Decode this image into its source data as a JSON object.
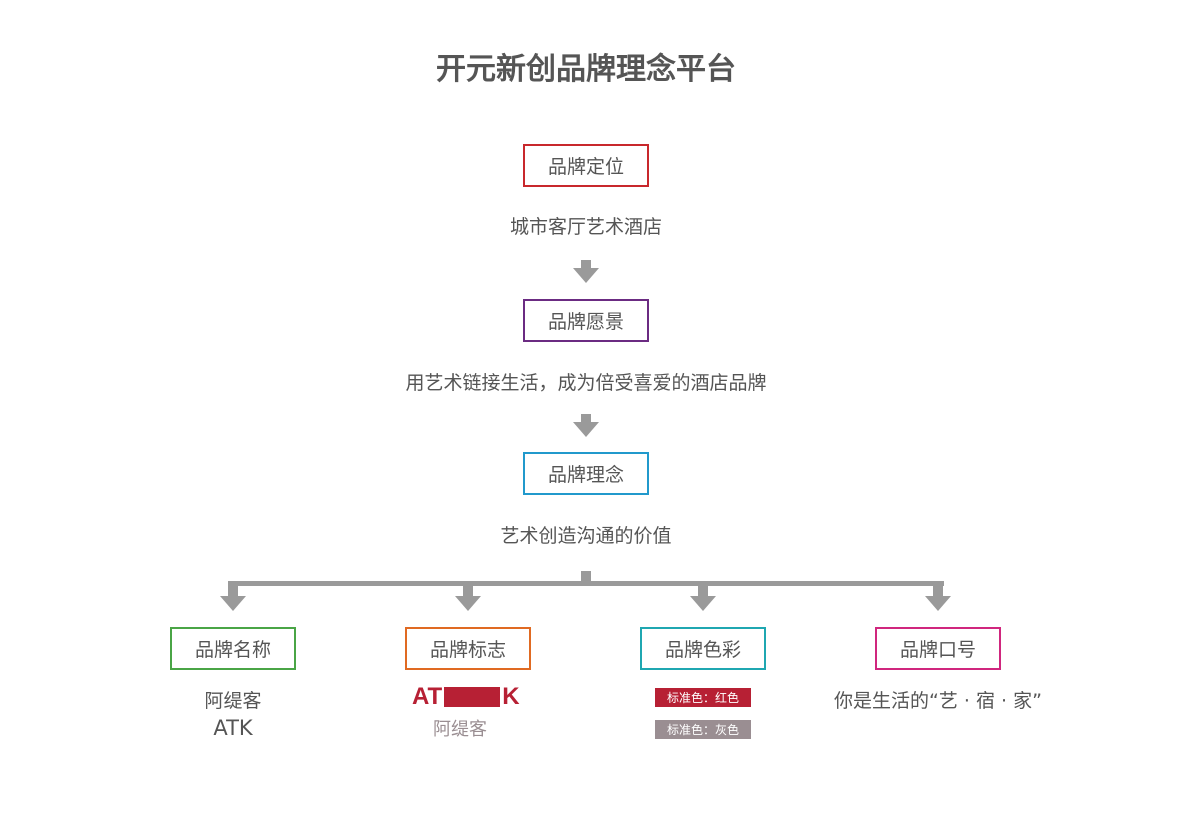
{
  "title": "开元新创品牌理念平台",
  "colors": {
    "connector": "#9a9a9a",
    "positioning_border": "#c8282c",
    "vision_border": "#6b2b82",
    "concept_border": "#2199cc",
    "name_border": "#4aa546",
    "logo_border": "#e06a22",
    "color_border": "#1fa7b1",
    "slogan_border": "#d0267e",
    "brand_red": "#b72034",
    "brand_gray": "#9a8e92"
  },
  "positioning": {
    "label": "品牌定位",
    "content": "城市客厅艺术酒店"
  },
  "vision": {
    "label": "品牌愿景",
    "content": "用艺术链接生活，成为倍受喜爱的酒店品牌"
  },
  "concept": {
    "label": "品牌理念",
    "content": "艺术创造沟通的价值"
  },
  "name": {
    "label": "品牌名称",
    "cn": "阿缇客",
    "en": "ATK"
  },
  "logo": {
    "label": "品牌标志",
    "left": "AT",
    "right": "K",
    "sub": "阿缇客"
  },
  "color": {
    "label": "品牌色彩",
    "std_red": "标准色：红色",
    "std_gray": "标准色：灰色"
  },
  "slogan": {
    "label": "品牌口号",
    "content": "你是生活的“艺 · 宿 · 家”"
  }
}
